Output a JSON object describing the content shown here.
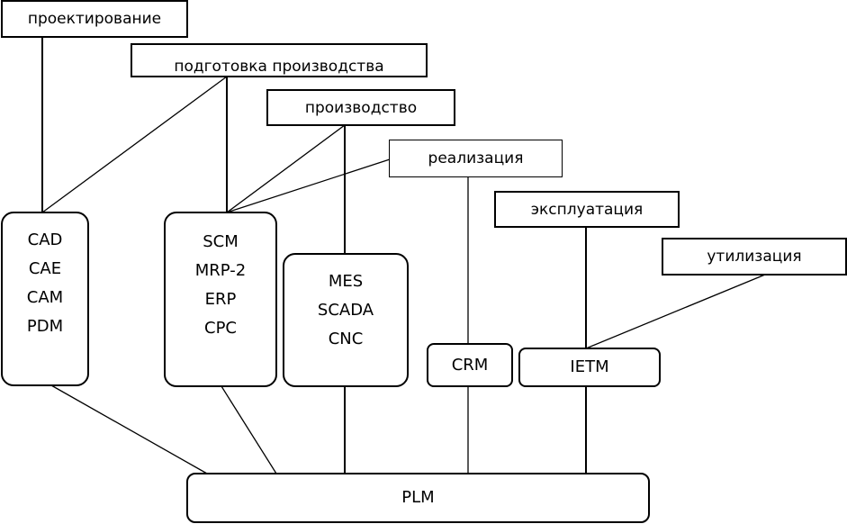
{
  "stages": {
    "design": "проектирование",
    "production_prep": "подготовка производства",
    "production": "производство",
    "sales": "реализация",
    "operation": "эксплуатация",
    "disposal": "утилизация"
  },
  "systems": {
    "design_group": [
      "CAD",
      "CAE",
      "CAM",
      "PDM"
    ],
    "prep_group": [
      "SCM",
      "MRP-2",
      "ERP",
      "CPC"
    ],
    "production_group": [
      "MES",
      "SCADA",
      "CNC"
    ],
    "crm": "CRM",
    "ietm": "IETM",
    "plm": "PLM"
  }
}
